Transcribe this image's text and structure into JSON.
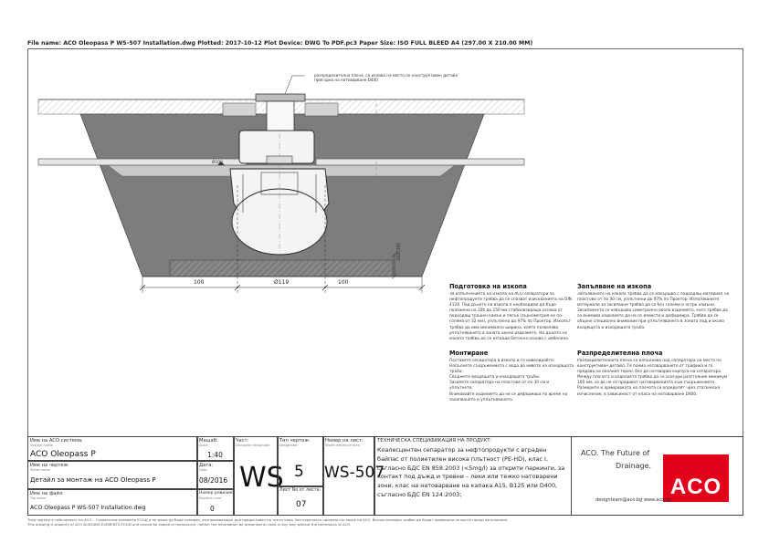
{
  "header_line": "File name: ACO Oleopass P WS-507 Installation.dwg   Plotted: 2017-10-12   Plot Device: DWG To PDF.pc3   Paper Size: ISO FULL BLEED A4 (297.00 X 210.00 MM)",
  "drawing": {
    "callout_note": "разпределителна плоча, се излива на място по конструктивен детайл\nпригодна на натоварване D400",
    "level_label": "Ø100",
    "depth_label": "200(30)",
    "dim_left": "100",
    "dim_mid": "Ø119",
    "dim_right": "100"
  },
  "sections": {
    "excavation_title": "Подготовка на изкопа",
    "excavation_text": "За изпълнението на изкопа на ACO сепаратори за нефтопродукти трябва да се спазват изискванията на DIN 4124. Под дъното на изкопа е необходимо да бъде положена на 100 до 150 мм стабилизираща основа от подходящ трошен камък и пясък (зърнометрия не по-голяма от 32 мм), уплътнена до 97% по Проктор. Изкопът трябва да има минимална ширина, която позволява уплътняването в зоната около изделието. На дъното на изкопа трябва да се изгради бетонна основа с дебелина съгласно статическото изчисление.",
    "installing_title": "Монтиране",
    "installing_items": [
      "Поставете сепаратора в изкопа и го нивелирайте;",
      "Напълнете съоръжението с вода до нивото на изходящата тръба;",
      "Свържете входящата и изходящата тръби;",
      "Засипете сепаратора на пластове от по 30 см и уплътнете;",
      "Внимавайте изделието да не се деформира по време на засипването и уплътняването."
    ],
    "backfill_title": "Запълване на изкопа",
    "backfill_text": "Запълването на изкопа трябва да се извършва с подходящ материал на пластове от по 30 см, уплътнени до 97% по Проктор. Използваните материали за засипване трябва да са без големи и остри камъни. Засипването се извършва симетрично около изделието, като трябва да се внимава изделието да не се измести и деформира. Трябва да се обърне специално внимание при уплътняването в зоната под и около входящата и изходящата тръба.",
    "slab_title": "Разпределителна плоча",
    "slab_text": "Разпределителната плоча се изпълнява над сепаратора на място по конструктивен детайл. Тя поема натоварването от трафика и го предава на околния терен, без да натоварва корпуса на сепаратора. Между плочата и изделието трябва да се осигури разстояние минимум 100 мм, за да не се предават натоварванията към съоръжението. Размерите и армировката на плочата се определят чрез статическо изчисление, в зависимост от класа на натоварване D400."
  },
  "title_block": {
    "product_label": "Име на ACO система:",
    "product_label_en": "System name",
    "product_value": "ACO Oleopass P",
    "drawing_label": "Име на чертеж:",
    "drawing_label_en": "Sheet name",
    "drawing_value": "Детайл за монтаж на ACO Oleopass P",
    "file_label": "Име на файл:",
    "file_label_en": "File name",
    "file_value": "ACO Oleopass P WS-507 Installation.dwg",
    "scale_label": "Мащаб:",
    "scale_label_en": "Scale",
    "scale_value": "1:40",
    "date_label": "Дата:",
    "date_label_en": "Date",
    "date_value": "08/2016",
    "rev_label": "Номер ревизия:",
    "rev_label_en": "Revision num.",
    "rev_value": "0",
    "part_label": "Част:",
    "part_label_en": "Discipline designator",
    "part_value": "WS",
    "type_label": "Тип чертеж:",
    "type_label_en": "Designator",
    "type_value": "5",
    "sheet_label": "Номер на лист:",
    "sheet_label_en": "Sheet reference num.",
    "sheet_value": "WS-507",
    "sheets_label": "Лист No от листа:",
    "sheets_value": "07",
    "spec_title": "ТЕХНИЧЕСКА СПЕЦИФИКАЦИЯ НА ПРОДУКТ:",
    "spec_text": "Коалесцентен сепаратор за нефтопродукти с вграден байпас от полиетилен висока плътност (PE-HD), клас I, съгласно БДС EN 858:2003 (<5mg/l) за открити паркинги, за контакт под дъжд и тревни – леки или тежко натоварени зони, клас на натоварване на капака A15, B125 или D400, съгласно БДС EN 124:2003;",
    "brand_line1": "ACO. The Future of",
    "brand_line2": "Drainage.",
    "brand_contact": "designteam@aco.bg   www.aco.bg",
    "logo_text": "ACO",
    "logo_color": "#e3001b"
  },
  "footer": {
    "line1": "Този чертеж е собственост на ACO – Строителни елементи ЕООД и не може да бъде копиран, възпроизвеждан или предоставян на трети лица, без изричното писмено съгласие на ACO. Всички размери трябва да бъдат проверени на място преди изпълнение.",
    "line2": "This drawing is property of ACO BUILDING ELEMENTS EOOD and cannot be copied or reproduced, neither the information be presented or used in any way without the permission of ACO."
  }
}
